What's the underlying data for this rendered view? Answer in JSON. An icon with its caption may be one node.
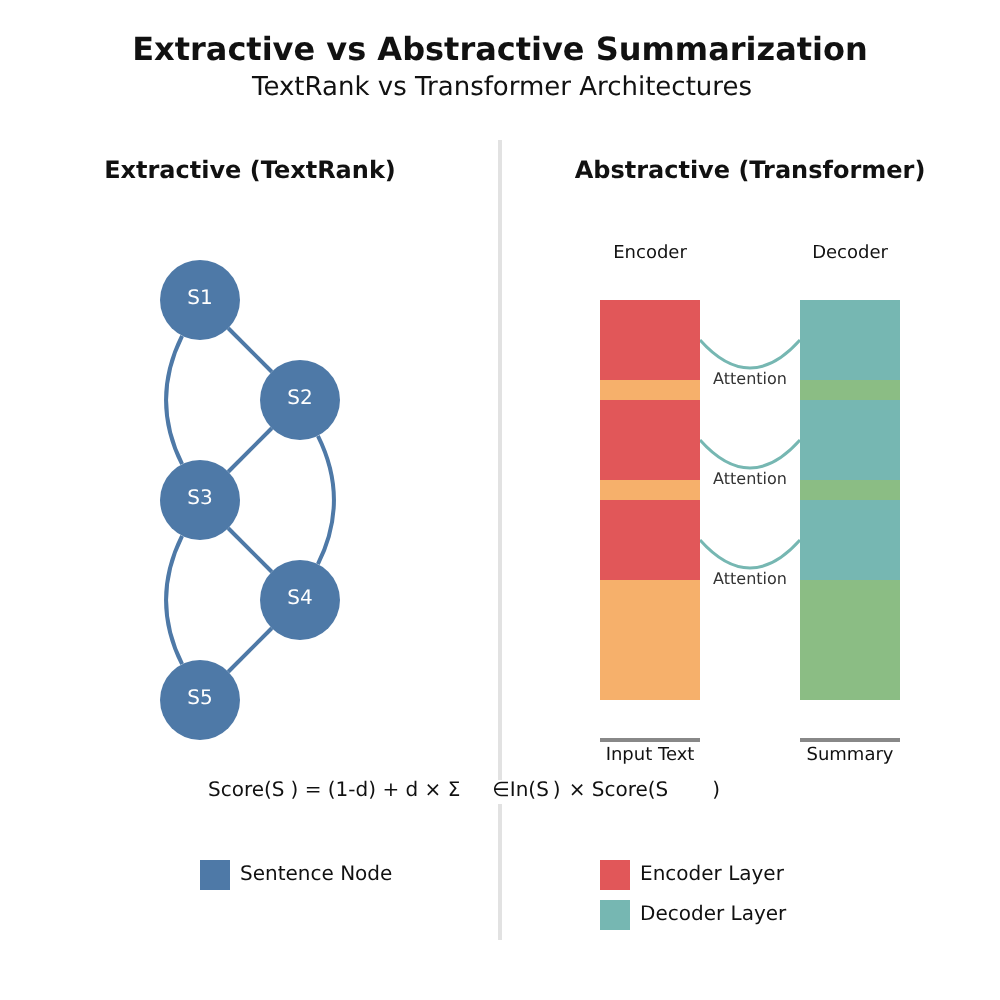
{
  "diagram": {
    "title": "Extractive vs Abstractive Summarization",
    "nodes": [
      {
        "text": [
          "S1"
        ]
      },
      {
        "text": [
          "S2"
        ]
      },
      {
        "text": [
          "S3"
        ]
      },
      {
        "text": [
          "S4"
        ]
      },
      {
        "text": [
          "S5"
        ]
      },
      {
        "text": [],
        "shape": "box"
      },
      {
        "text": [],
        "shape": "box"
      },
      {
        "text": [],
        "shape": "box"
      },
      {
        "text": [],
        "shape": "box"
      },
      {
        "text": [],
        "shape": "box"
      },
      {
        "text": [],
        "shape": "box"
      },
      {
        "text": [],
        "shape": "box"
      },
      {
        "text": [],
        "shape": "box"
      },
      {
        "text": [],
        "shape": "box"
      },
      {
        "text": [],
        "shape": "box"
      },
      {
        "text": [],
        "shape": "box"
      },
      {
        "text": [],
        "shape": "box"
      }
    ],
    "edges": [
      {
        "from": 0,
        "to": 1,
        "arrow": "none"
      },
      {
        "from": 0,
        "to": 2,
        "arrow": "none"
      },
      {
        "from": 1,
        "to": 2,
        "arrow": "none"
      },
      {
        "from": 1,
        "to": 3,
        "arrow": "none"
      },
      {
        "from": 2,
        "to": 3,
        "arrow": "none"
      },
      {
        "from": 2,
        "to": 4,
        "arrow": "none"
      },
      {
        "from": 3,
        "to": 4,
        "arrow": "none"
      },
      {
        "from": 5,
        "to": 11,
        "arrow": "none",
        "label": "Attention",
        "color": "#76b7b2"
      },
      {
        "from": 7,
        "to": 13,
        "arrow": "none",
        "label": "Attention",
        "color": "#76b7b2"
      },
      {
        "from": 9,
        "to": 15,
        "arrow": "none",
        "label": "Attention",
        "color": "#76b7b2"
      }
    ],
    "labels": [
      "TextRank vs Transformer Architectures",
      "Extractive (TextRank)",
      "Abstractive (Transformer)",
      "Encoder",
      "Decoder",
      "Input Text",
      "Summary",
      "Score(S",
      ") = (1-d) + d × Σ",
      "∈In(S",
      ")",
      "× Score(S",
      ")"
    ],
    "legend": [
      {
        "text": "Sentence Node",
        "color": "#4e79a7"
      },
      {
        "text": "Encoder Layer",
        "color": "#e15759"
      },
      {
        "text": "Decoder Layer",
        "color": "#76b7b2"
      }
    ]
  }
}
